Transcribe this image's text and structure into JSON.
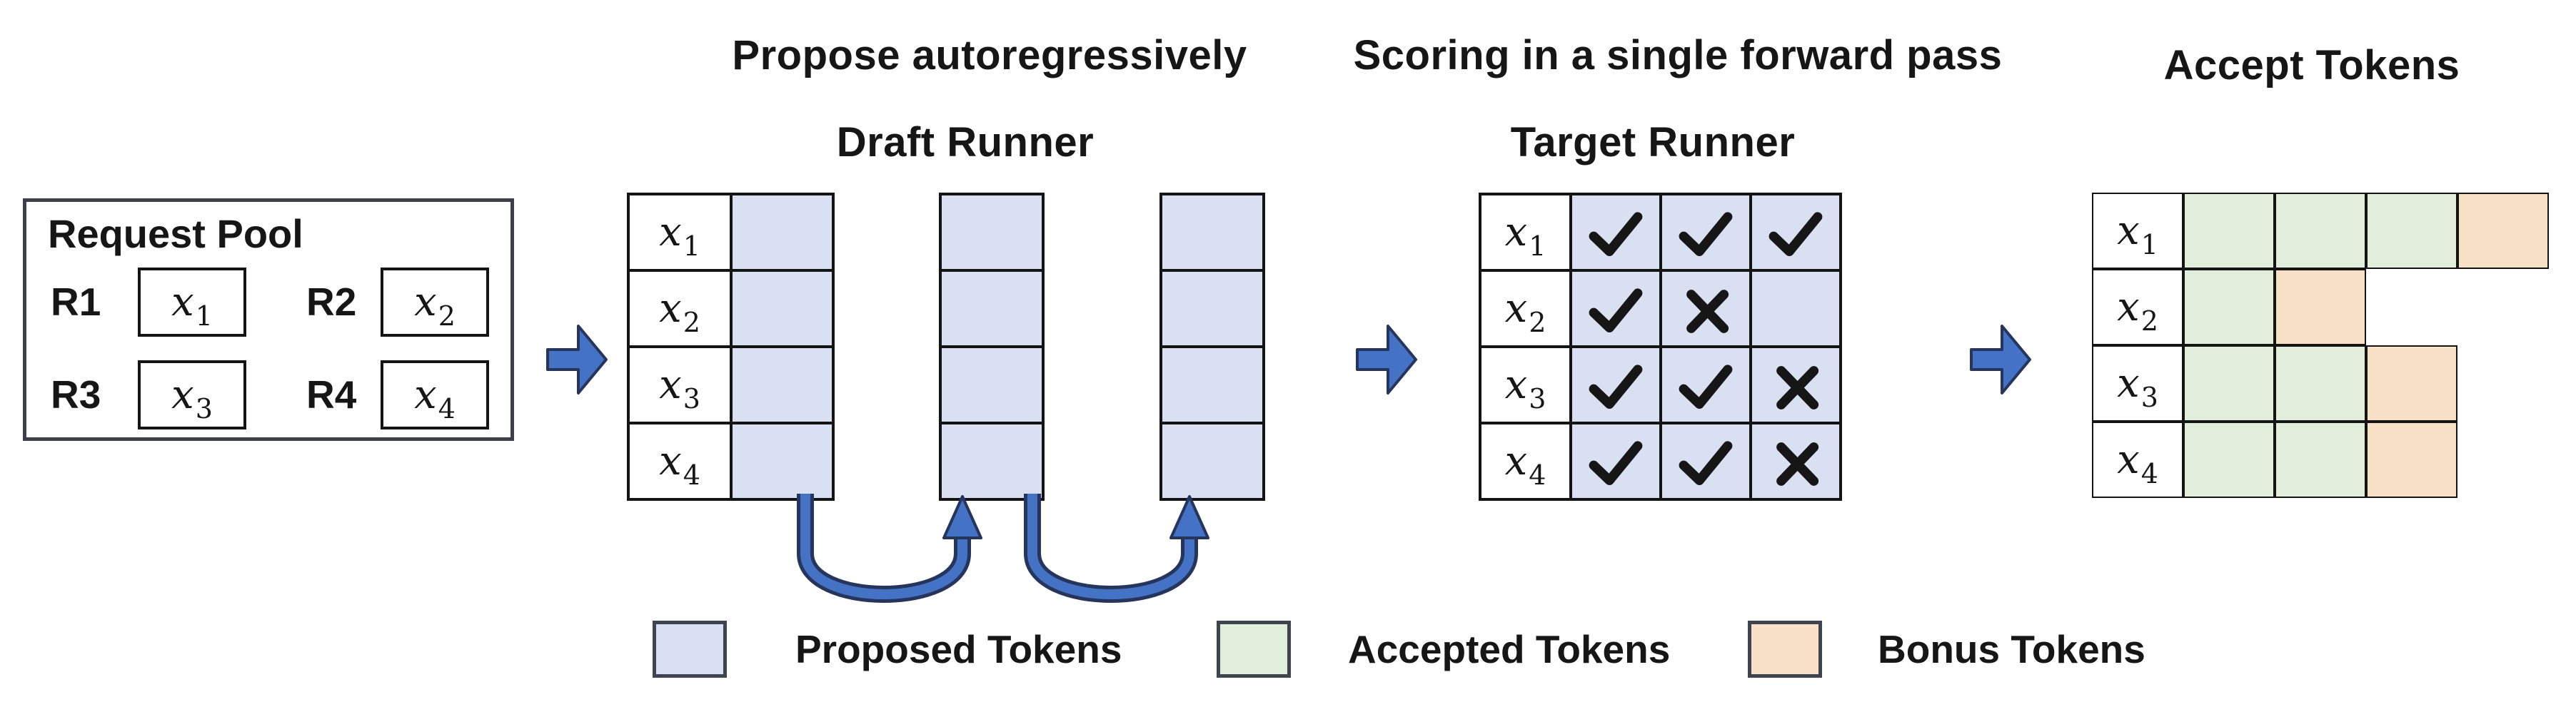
{
  "headings": {
    "propose": "Propose autoregressively",
    "draft_runner": "Draft Runner",
    "scoring": "Scoring in a single forward pass",
    "target_runner": "Target Runner",
    "accept": "Accept Tokens"
  },
  "request_pool": {
    "title": "Request Pool",
    "requests": [
      {
        "id": "R1",
        "token": {
          "base": "x",
          "sub": "1"
        }
      },
      {
        "id": "R2",
        "token": {
          "base": "x",
          "sub": "2"
        }
      },
      {
        "id": "R3",
        "token": {
          "base": "x",
          "sub": "3"
        }
      },
      {
        "id": "R4",
        "token": {
          "base": "x",
          "sub": "4"
        }
      }
    ]
  },
  "row_labels": [
    {
      "base": "x",
      "sub": "1"
    },
    {
      "base": "x",
      "sub": "2"
    },
    {
      "base": "x",
      "sub": "3"
    },
    {
      "base": "x",
      "sub": "4"
    }
  ],
  "draft_runner": {
    "proposal_steps": 3,
    "rows": 4
  },
  "target_runner": {
    "marks": [
      [
        "check",
        "check",
        "check"
      ],
      [
        "check",
        "cross",
        "none"
      ],
      [
        "check",
        "check",
        "cross"
      ],
      [
        "check",
        "check",
        "cross"
      ]
    ]
  },
  "accept_tokens": {
    "rows": [
      [
        "accepted",
        "accepted",
        "accepted",
        "bonus"
      ],
      [
        "accepted",
        "bonus"
      ],
      [
        "accepted",
        "accepted",
        "bonus"
      ],
      [
        "accepted",
        "accepted",
        "bonus"
      ]
    ]
  },
  "legend": [
    {
      "label": "Proposed Tokens",
      "color": "#d9e0f1"
    },
    {
      "label": "Accepted Tokens",
      "color": "#e1eed9"
    },
    {
      "label": "Bonus Tokens",
      "color": "#f9e1c8"
    }
  ],
  "colors": {
    "proposed_fill": "#d9e0f1",
    "accepted_fill": "#e1eed9",
    "bonus_fill": "#f9e1c8",
    "arrow_fill": "#4472c4",
    "arrow_outline": "#26355c",
    "grid_border": "#141414",
    "text": "#161616"
  }
}
